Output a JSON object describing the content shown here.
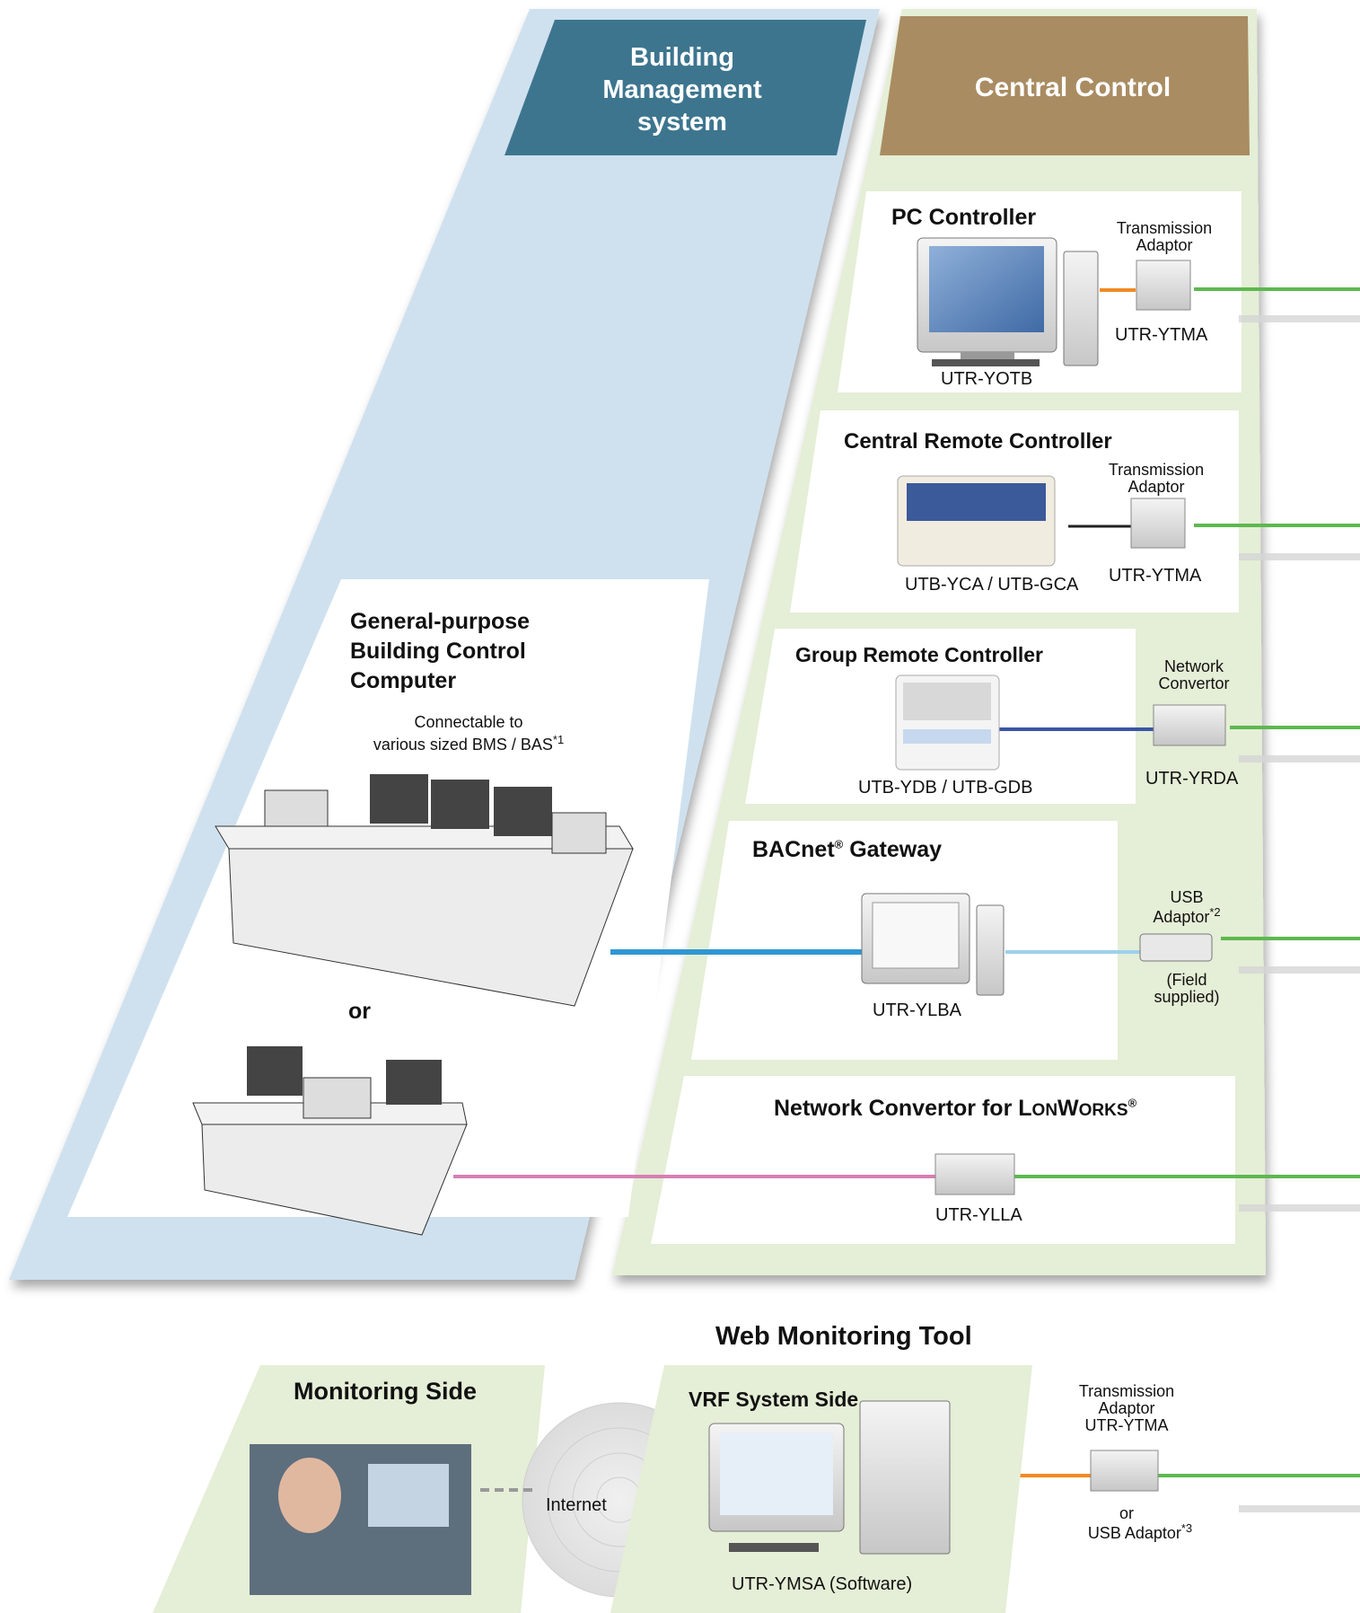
{
  "bms_header": {
    "line1": "Building",
    "line2": "Management",
    "line3": "system"
  },
  "cc_header": "Central Control",
  "pc_controller": {
    "title": "PC Controller",
    "adaptor_l1": "Transmission",
    "adaptor_l2": "Adaptor",
    "adaptor_model": "UTR-YTMA",
    "model": "UTR-YOTB"
  },
  "central_remote": {
    "title": "Central Remote Controller",
    "adaptor_l1": "Transmission",
    "adaptor_l2": "Adaptor",
    "adaptor_model": "UTR-YTMA",
    "model": "UTB-YCA / UTB-GCA"
  },
  "group_remote": {
    "title": "Group Remote Controller",
    "convertor_l1": "Network",
    "convertor_l2": "Convertor",
    "convertor_model": "UTR-YRDA",
    "model": "UTB-YDB / UTB-GDB"
  },
  "bacnet": {
    "title_main": "BACnet",
    "title_reg": "®",
    "title_rest": " Gateway",
    "model": "UTR-YLBA",
    "usb_l1": "USB",
    "usb_l2": "Adaptor",
    "usb_sup": "*2",
    "field_l1": "(Field",
    "field_l2": "supplied)"
  },
  "lonworks": {
    "title_a": "Network Convertor for ",
    "title_l": "L",
    "title_on": "ON",
    "title_w": "W",
    "title_orks": "ORKS",
    "title_reg": "®",
    "model": "UTR-YLLA"
  },
  "bms_computer": {
    "title_l1": "General-purpose",
    "title_l2": "Building Control",
    "title_l3": "Computer",
    "desc_l1": "Connectable to",
    "desc_l2": "various sized BMS / BAS",
    "desc_sup": "*1",
    "or": "or"
  },
  "web_tool": {
    "title": "Web Monitoring Tool",
    "monitoring_side": "Monitoring Side",
    "vrf_side": "VRF System Side",
    "internet": "Internet",
    "software": "UTR-YMSA (Software)",
    "adaptor_l1": "Transmission",
    "adaptor_l2": "Adaptor",
    "adaptor_model": "UTR-YTMA",
    "or": "or",
    "usb": "USB Adaptor",
    "usb_sup": "*3"
  },
  "colors": {
    "bms_panel": "#cfe1ef",
    "bms_header": "#3d758f",
    "cc_panel": "#e5eed6",
    "cc_header": "#a98c62",
    "line_green": "#5db84f",
    "line_orange": "#f08a23",
    "line_blue": "#3a55a5",
    "line_cyan": "#4aa3d6",
    "line_pink": "#d67fb3"
  }
}
